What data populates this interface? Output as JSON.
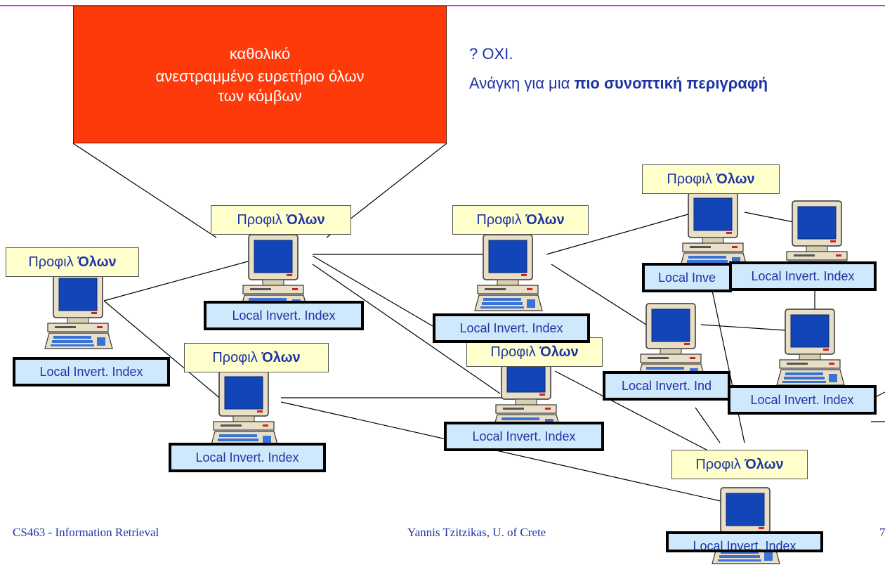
{
  "callout": {
    "line1": "καθολικό",
    "line2": "ανεστραμμένο ευρετήριο όλων",
    "line3": "των κόμβων"
  },
  "notes": {
    "q_prefix": "? ",
    "q_text": "ΟΧΙ.",
    "need_prefix": "Ανάγκη για μια ",
    "need_bold": "πιο συνοπτική περιγραφή"
  },
  "profile": {
    "prefix": "Προφιλ ",
    "bold": "Όλων"
  },
  "index_label": "Local Invert. Index",
  "index_label_truncated_a": "Local Inve",
  "index_label_truncated_b": "Local Invert. Ind",
  "footer": {
    "course": "CS463 - Information Retrieval",
    "author": "Yannis Tzitzikas, U. of Crete",
    "page": "7"
  },
  "colors": {
    "callout": "#ff3a0a",
    "text": "#1e33a6",
    "profile_bg": "#ffffcc",
    "index_bg": "#cfe8fb",
    "monitor_screen": "#1245b8",
    "computer_body": "#e8dfc6"
  },
  "icons": {
    "computer": "desktop-computer-icon"
  }
}
